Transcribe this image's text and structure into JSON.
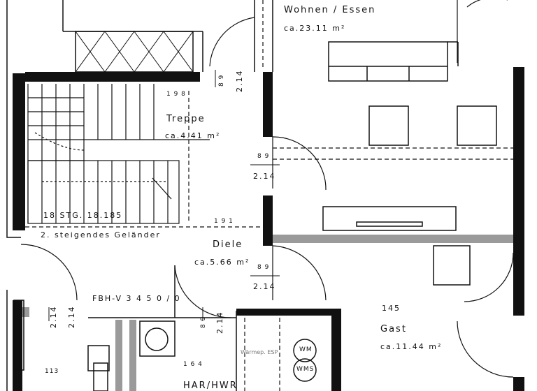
{
  "rooms": {
    "wohnen": {
      "name": "Wohnen / Essen",
      "area": "ca.23.11 m²"
    },
    "treppe": {
      "code": "1 9 8",
      "name": "Treppe",
      "area": "ca.4.41 m²"
    },
    "diele": {
      "name": "Diele",
      "area": "ca.5.66 m²"
    },
    "gast": {
      "code": "145",
      "name": "Gast",
      "area": "ca.11.44 m²"
    },
    "har": {
      "name": "HAR/HWR"
    }
  },
  "annotations": {
    "stair_note": "18 STG. 18.185",
    "railing": "2. steigendes Geländer",
    "fbh": "FBH-V 3 4 5 0 / 0",
    "dim_191": "1 9 1",
    "dim_164": "1 6 4",
    "dim_113": "113",
    "w_heating": "Wärmep. ESP",
    "wm": "WM",
    "wms": "WMS",
    "door_89": "8 9",
    "door_214": "2.14"
  }
}
